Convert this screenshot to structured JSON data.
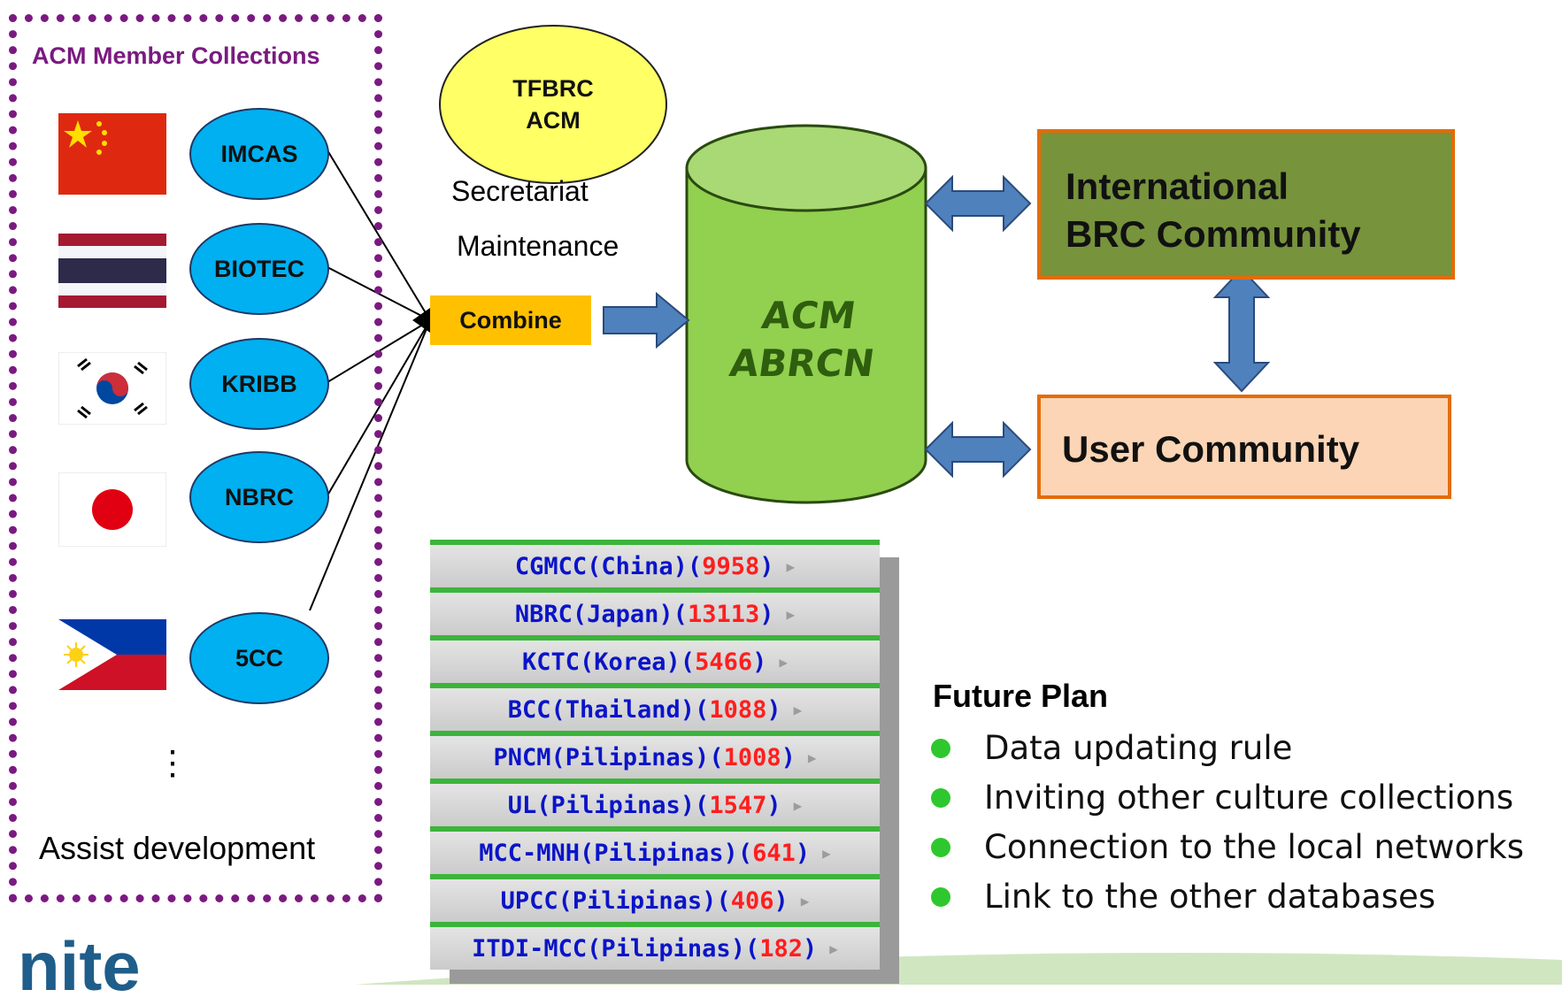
{
  "member_box": {
    "title": "ACM Member Collections",
    "members": [
      {
        "name": "IMCAS",
        "flag": "china-flag"
      },
      {
        "name": "BIOTEC",
        "flag": "thailand-flag"
      },
      {
        "name": "KRIBB",
        "flag": "korea-flag"
      },
      {
        "name": "NBRC",
        "flag": "japan-flag"
      },
      {
        "name": "5CC",
        "flag": "philippines-flag"
      }
    ],
    "ellipsis": "⋮",
    "footer": "Assist development"
  },
  "tfbrc": {
    "line1": "TFBRC",
    "line2": "ACM"
  },
  "labels": {
    "secretariat": "Secretariat",
    "maintenance": "Maintenance",
    "combine": "Combine"
  },
  "database": {
    "line1": "ACM",
    "line2": "ABRCN"
  },
  "communities": {
    "international_line1": "International",
    "international_line2": "BRC Community",
    "user": "User Community"
  },
  "db_list": [
    {
      "name": "CGMCC(China)(",
      "count": "9958",
      "close": ")"
    },
    {
      "name": "NBRC(Japan)(",
      "count": "13113",
      "close": ")"
    },
    {
      "name": "KCTC(Korea)(",
      "count": "5466",
      "close": ")"
    },
    {
      "name": "BCC(Thailand)(",
      "count": "1088",
      "close": ")"
    },
    {
      "name": "PNCM(Pilipinas)(",
      "count": "1008",
      "close": ")"
    },
    {
      "name": "UL(Pilipinas)(",
      "count": "1547",
      "close": ")"
    },
    {
      "name": "MCC-MNH(Pilipinas)(",
      "count": "641",
      "close": ")"
    },
    {
      "name": "UPCC(Pilipinas)(",
      "count": "406",
      "close": ")"
    },
    {
      "name": "ITDI-MCC(Pilipinas)(",
      "count": "182",
      "close": ")"
    }
  ],
  "future_plan": {
    "title": "Future Plan",
    "items": [
      "Data updating rule",
      "Inviting other culture collections",
      "Connection to the local networks",
      "Link to the other databases"
    ]
  },
  "logo_text": "nite",
  "colors": {
    "member_border": "#7a1a80",
    "ellipse": "#00b0f0",
    "cylinder": "#92d050",
    "combine": "#ffc000",
    "international": "#77933c",
    "user": "#fbd5b5",
    "box_border": "#e36c09",
    "arrow": "#4f81bd",
    "list_name": "#0a14c8",
    "list_count": "#ff1e1e"
  }
}
